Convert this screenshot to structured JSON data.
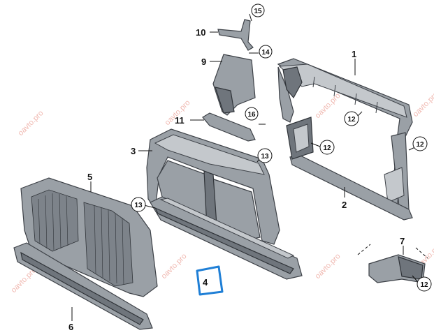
{
  "callouts": {
    "1": "1",
    "2": "2",
    "3": "3",
    "4": "4",
    "5": "5",
    "6": "6",
    "7": "7",
    "9": "9",
    "10": "10",
    "11": "11"
  },
  "circled": {
    "c12a": "12",
    "c12b": "12",
    "c12c": "12",
    "c12d": "12",
    "c13a": "13",
    "c13b": "13",
    "c14": "14",
    "c15": "15",
    "c16": "16"
  },
  "watermarks": [
    "oavto.pro",
    "oavto.pro",
    "oavto.pro",
    "oavto.pro",
    "oavto.pro",
    "oavto.pro",
    "oavto.pro",
    "oavto.pro"
  ],
  "highlight_color": "#1f7fd6"
}
